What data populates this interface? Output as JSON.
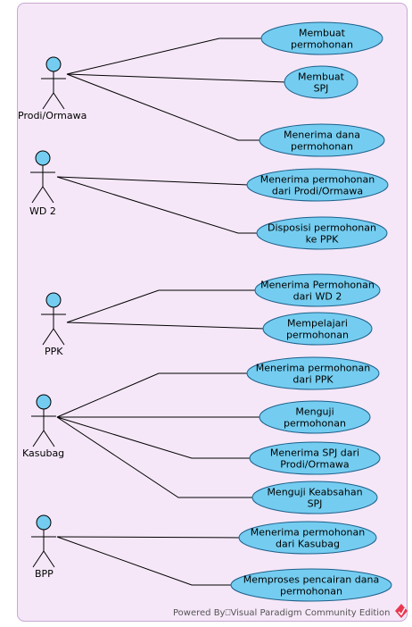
{
  "actors": [
    {
      "id": "a1",
      "name": "Prodi/Ormawa"
    },
    {
      "id": "a2",
      "name": "WD 2"
    },
    {
      "id": "a3",
      "name": "PPK"
    },
    {
      "id": "a4",
      "name": "Kasubag"
    },
    {
      "id": "a5",
      "name": "BPP"
    }
  ],
  "use_cases": [
    {
      "id": "u1",
      "actor": "a1",
      "lines": [
        "Membuat",
        "permohonan"
      ]
    },
    {
      "id": "u2",
      "actor": "a1",
      "lines": [
        "Membuat",
        "SPJ"
      ]
    },
    {
      "id": "u3",
      "actor": "a1",
      "lines": [
        "Menerima dana",
        "permohonan"
      ]
    },
    {
      "id": "u4",
      "actor": "a2",
      "lines": [
        "Menerima permohonan",
        "dari Prodi/Ormawa"
      ]
    },
    {
      "id": "u5",
      "actor": "a2",
      "lines": [
        "Disposisi permohonan",
        "ke PPK"
      ]
    },
    {
      "id": "u6",
      "actor": "a3",
      "lines": [
        "Menerima Permohonan",
        "dari WD 2"
      ]
    },
    {
      "id": "u7",
      "actor": "a3",
      "lines": [
        "Mempelajari",
        "permohonan"
      ]
    },
    {
      "id": "u8",
      "actor": "a4",
      "lines": [
        "Menerima permohonan",
        "dari PPK"
      ]
    },
    {
      "id": "u9",
      "actor": "a4",
      "lines": [
        "Menguji",
        "permohonan"
      ]
    },
    {
      "id": "u10",
      "actor": "a4",
      "lines": [
        "Menerima SPJ dari",
        "Prodi/Ormawa"
      ]
    },
    {
      "id": "u11",
      "actor": "a4",
      "lines": [
        "Menguji Keabsahan",
        "SPJ"
      ]
    },
    {
      "id": "u12",
      "actor": "a5",
      "lines": [
        "Menerima permohonan",
        "dari Kasubag"
      ]
    },
    {
      "id": "u13",
      "actor": "a5",
      "lines": [
        "Memproses pencairan dana",
        "permohonan"
      ]
    }
  ],
  "footer": "Powered By⎕Visual Paradigm Community Edition",
  "colors": {
    "frame_fill": "#f5e7f8",
    "frame_stroke": "#c9a8d2",
    "usecase_fill": "#74cdf0",
    "usecase_stroke": "#1d5f8a",
    "actor_fill": "#74cdf0",
    "line": "#000000",
    "logo": "#e8384f"
  }
}
